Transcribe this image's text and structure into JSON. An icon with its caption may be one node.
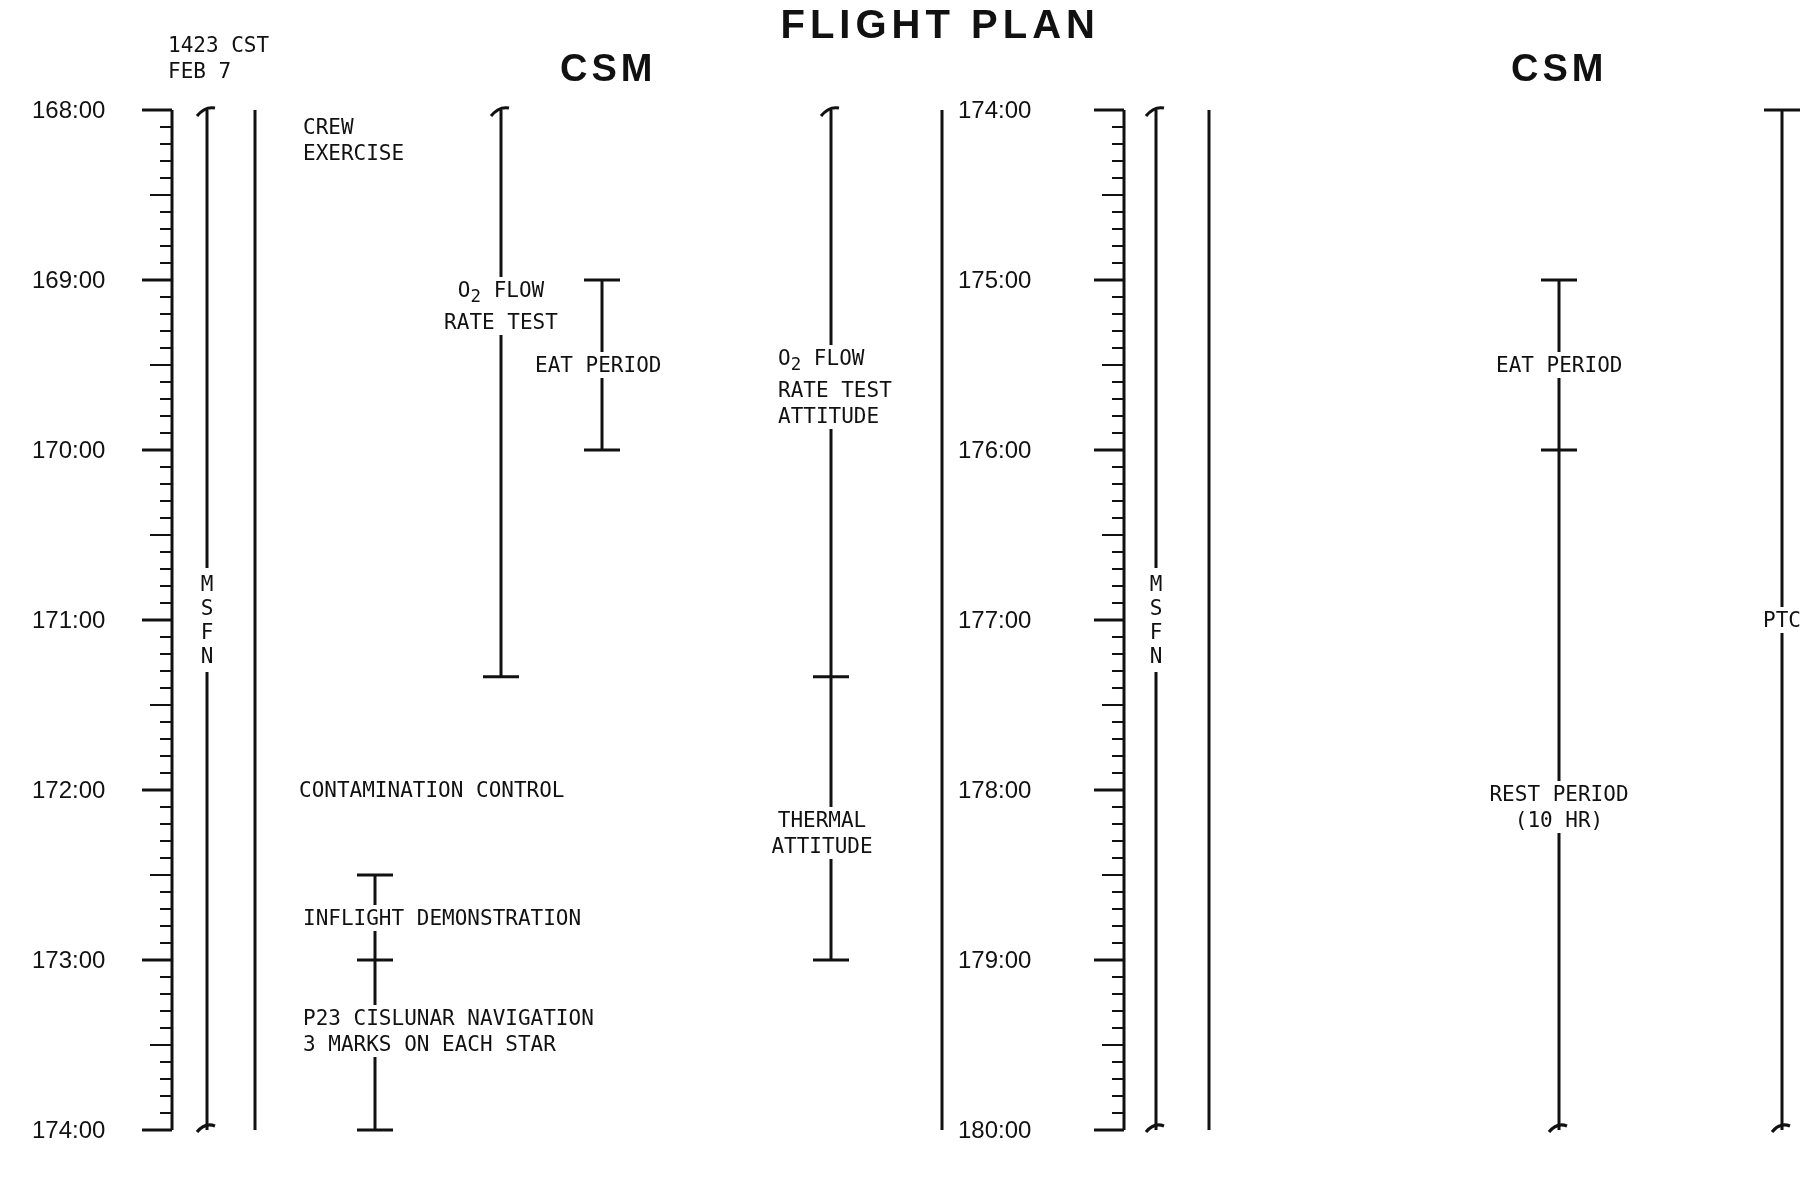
{
  "diagram": {
    "title": "FLIGHT PLAN",
    "labels": [
      "1423 CST FEB 7",
      "CSM",
      "CSM",
      "168:00",
      "169:00",
      "170:00",
      "171:00",
      "172:00",
      "173:00",
      "174:00",
      "MSFN",
      "CREW EXERCISE",
      "O$_{2}$ FLOW RATE TEST",
      "EAT PERIOD",
      "O$_{2}$ FLOW RATE TEST ATTITUDE",
      "CONTAMINATION CONTROL",
      "THERMAL ATTITUDE",
      "INFLIGHT DEMONSTRATION",
      "P23 CISLUNAR NAVIGATION 3 MARKS ON EACH STAR",
      "174:00",
      "175:00",
      "176:00",
      "177:00",
      "178:00",
      "179:00",
      "180:00",
      "MSFN",
      "EAT PERIOD",
      "REST PERIOD (10 HR)",
      "PTC"
    ]
  }
}
